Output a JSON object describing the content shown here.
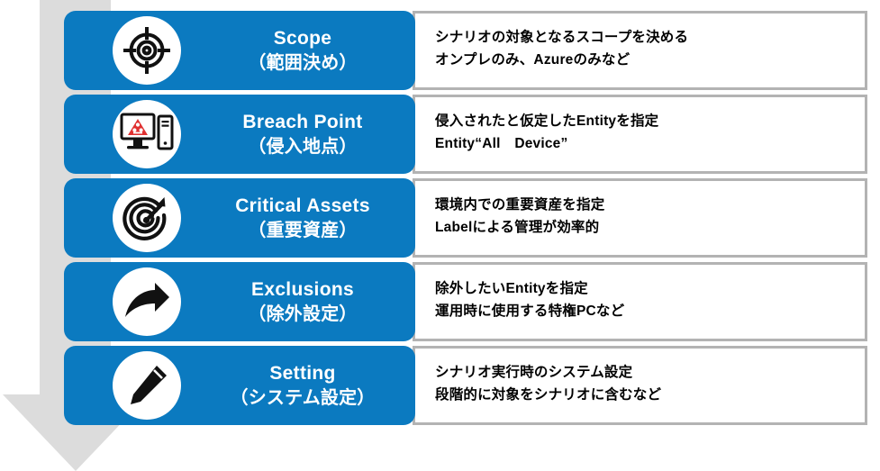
{
  "colors": {
    "bar_blue": "#0b7ac0",
    "arrow_gray": "#dcdcdc",
    "box_border": "#b3b3b3",
    "text_white": "#ffffff",
    "text_black": "#000000",
    "hazard_red": "#e03131"
  },
  "flow": {
    "arrow_name": "downward-process-arrow"
  },
  "steps": [
    {
      "icon": "target-crosshair-icon",
      "title_en": "Scope",
      "title_ja": "（範囲決め）",
      "desc_line1": "シナリオの対象となるスコープを決める",
      "desc_line2": "オンプレのみ、Azureのみなど"
    },
    {
      "icon": "compromised-computer-warning-icon",
      "title_en": "Breach Point",
      "title_ja": "（侵入地点）",
      "desc_line1": "侵入されたと仮定したEntityを指定",
      "desc_line2": "Entity“All　Device”"
    },
    {
      "icon": "dartboard-arrow-icon",
      "title_en": "Critical Assets",
      "title_ja": "（重要資産）",
      "desc_line1": "環境内での重要資産を指定",
      "desc_line2": "Labelによる管理が効率的"
    },
    {
      "icon": "curved-arrow-redirect-icon",
      "title_en": "Exclusions",
      "title_ja": "（除外設定）",
      "desc_line1": "除外したいEntityを指定",
      "desc_line2": "運用時に使用する特権PCなど"
    },
    {
      "icon": "pencil-edit-icon",
      "title_en": "Setting",
      "title_ja": "（システム設定）",
      "desc_line1": "シナリオ実行時のシステム設定",
      "desc_line2": "段階的に対象をシナリオに含むなど"
    }
  ]
}
